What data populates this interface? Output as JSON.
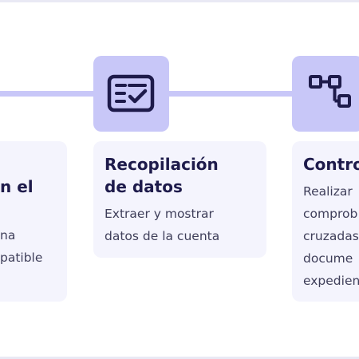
{
  "steps": [
    {
      "title_lines": [
        "",
        "n el"
      ],
      "desc_lines": [
        "na",
        "patible"
      ],
      "icon": "unknown-icon"
    },
    {
      "title_lines": [
        "Recopilación",
        "de datos"
      ],
      "desc_lines": [
        "Extraer y mostrar",
        "datos de la cuenta"
      ],
      "icon": "form-checklist-icon"
    },
    {
      "title_lines": [
        "Contro"
      ],
      "desc_lines": [
        "Realizar",
        "comprob",
        "cruzadas",
        "docume",
        "expedien"
      ],
      "icon": "flowchart-hierarchy-icon"
    }
  ],
  "colors": {
    "accent_light": "#c8c7f8",
    "card_bg": "#f4f4fd",
    "ink": "#1e1b4b",
    "text": "#3f3f5a"
  }
}
